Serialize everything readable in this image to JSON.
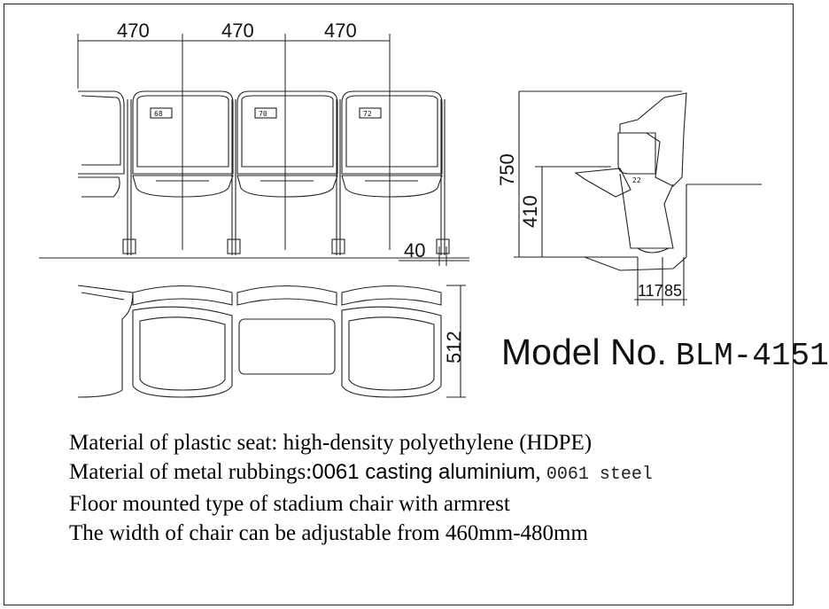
{
  "front_view": {
    "width_dims": [
      "470",
      "470",
      "470"
    ],
    "gap_dim": "40",
    "seat_numbers": [
      "68",
      "70",
      "72"
    ]
  },
  "top_view": {
    "depth_dim": "512"
  },
  "side_view": {
    "height_dims": [
      "750",
      "410"
    ],
    "base_dims": [
      "117",
      "85"
    ],
    "seat_number": "22"
  },
  "model": {
    "label": "Model No.",
    "number": "BLM-4151"
  },
  "specs": {
    "line1": "Material of plastic seat: high-density polyethylene (HDPE)",
    "line2_prefix": "Material of metal rubbings:",
    "line2_highlight": "0061 casting aluminium",
    "line2_sep": ",",
    "line2_suffix": "0061 steel",
    "line3": "Floor mounted type of stadium chair with armrest",
    "line4": "The width of chair can be adjustable from 460mm-480mm"
  }
}
